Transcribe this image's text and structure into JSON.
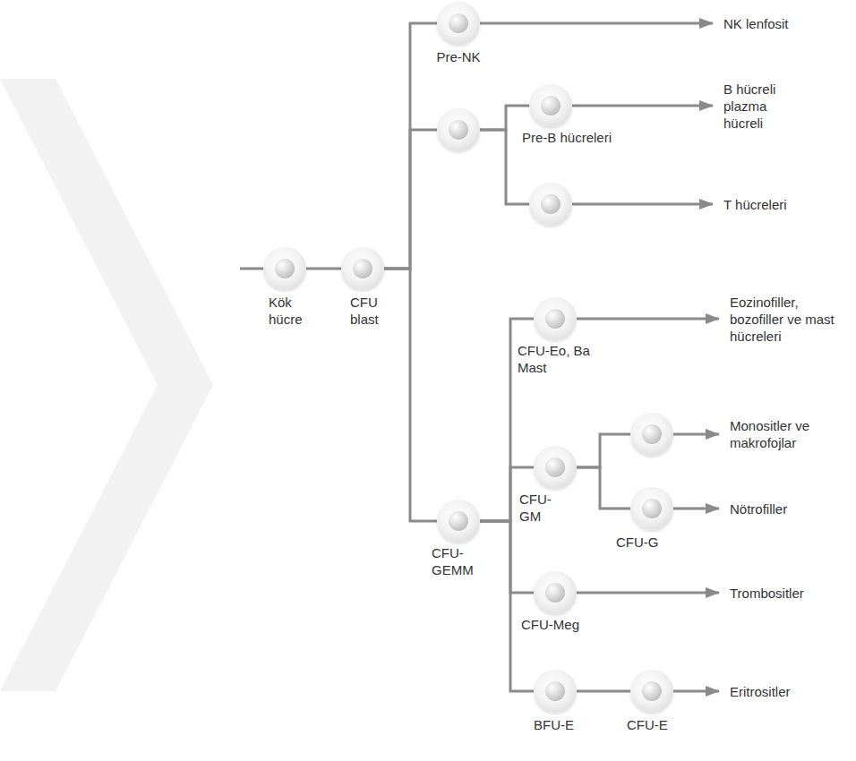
{
  "diagram": {
    "nodes": [
      {
        "text": [
          "Kök hücre"
        ]
      },
      {
        "text": [
          "CFU blast"
        ]
      },
      {
        "text": [
          "Pre-NK"
        ]
      },
      {
        "text": [
          "NK lenfosit"
        ]
      },
      {
        "text": []
      },
      {
        "text": [
          "Pre-B hücreleri"
        ]
      },
      {
        "text": [
          "B hücreli plazma hücreli"
        ]
      },
      {
        "text": []
      },
      {
        "text": [
          "T hücreleri"
        ]
      },
      {
        "text": [
          "CFU- GEMM"
        ]
      },
      {
        "text": [
          "CFU-Eo, Ba Mast"
        ]
      },
      {
        "text": [
          "Eozinofiller, bozofiller ve mast hücreleri"
        ]
      },
      {
        "text": [
          "CFU- GM"
        ]
      },
      {
        "text": []
      },
      {
        "text": [
          "Monositler ve makrofojlar"
        ]
      },
      {
        "text": [
          "CFU-G"
        ]
      },
      {
        "text": [
          "Nötrofiller"
        ]
      },
      {
        "text": [
          "CFU-Meg"
        ]
      },
      {
        "text": [
          "Trombositler"
        ]
      },
      {
        "text": [
          "BFU-E"
        ]
      },
      {
        "text": [
          "CFU-E"
        ]
      },
      {
        "text": [
          "Eritrositler"
        ]
      }
    ],
    "edges": [
      {
        "from": 0,
        "to": 1,
        "arrow": "none"
      },
      {
        "from": 1,
        "to": 2,
        "arrow": "none"
      },
      {
        "from": 1,
        "to": 4,
        "arrow": "none"
      },
      {
        "from": 1,
        "to": 9,
        "arrow": "none"
      },
      {
        "from": 2,
        "to": 3,
        "arrow": "to"
      },
      {
        "from": 4,
        "to": 5,
        "arrow": "none"
      },
      {
        "from": 4,
        "to": 7,
        "arrow": "none"
      },
      {
        "from": 5,
        "to": 6,
        "arrow": "to"
      },
      {
        "from": 7,
        "to": 8,
        "arrow": "to"
      },
      {
        "from": 9,
        "to": 10,
        "arrow": "none"
      },
      {
        "from": 9,
        "to": 12,
        "arrow": "none"
      },
      {
        "from": 9,
        "to": 17,
        "arrow": "none"
      },
      {
        "from": 9,
        "to": 19,
        "arrow": "none"
      },
      {
        "from": 10,
        "to": 11,
        "arrow": "to"
      },
      {
        "from": 12,
        "to": 13,
        "arrow": "none"
      },
      {
        "from": 12,
        "to": 15,
        "arrow": "none"
      },
      {
        "from": 13,
        "to": 14,
        "arrow": "to"
      },
      {
        "from": 15,
        "to": 16,
        "arrow": "to"
      },
      {
        "from": 17,
        "to": 18,
        "arrow": "to"
      },
      {
        "from": 19,
        "to": 20,
        "arrow": "none"
      },
      {
        "from": 20,
        "to": 21,
        "arrow": "to"
      }
    ]
  }
}
